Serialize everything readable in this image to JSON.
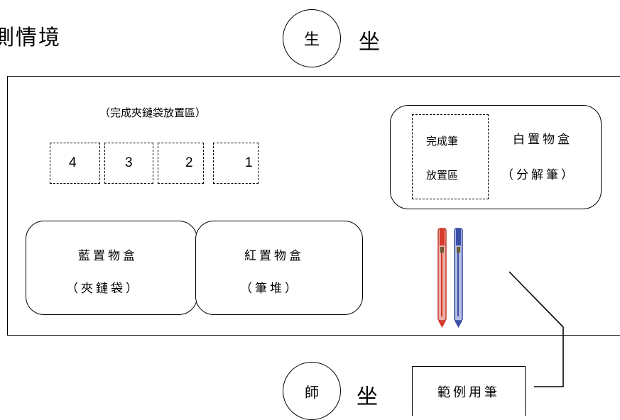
{
  "title": "測情境",
  "student_seat": {
    "circle_char": "生",
    "seat_char": "坐"
  },
  "teacher_seat": {
    "circle_char": "師",
    "seat_char": "坐"
  },
  "completed_bag_area": {
    "caption": "（完成夾鏈袋放置區）",
    "slots": [
      "4",
      "3",
      "2",
      "1"
    ]
  },
  "white_box": {
    "inner_line1": "完成筆",
    "inner_line2": "放置區",
    "title": "白置物盒",
    "subtitle": "（分解筆）"
  },
  "blue_box": {
    "title": "藍置物盒",
    "subtitle": "（夾鏈袋）"
  },
  "red_box": {
    "title": "紅置物盒",
    "subtitle": "（筆堆）"
  },
  "sample_pen_label": "範例用筆",
  "colors": {
    "red_pen": "#d63a2a",
    "blue_pen": "#3a4ea8",
    "line": "#000000"
  },
  "icons": {
    "pens": "pen-icon"
  }
}
